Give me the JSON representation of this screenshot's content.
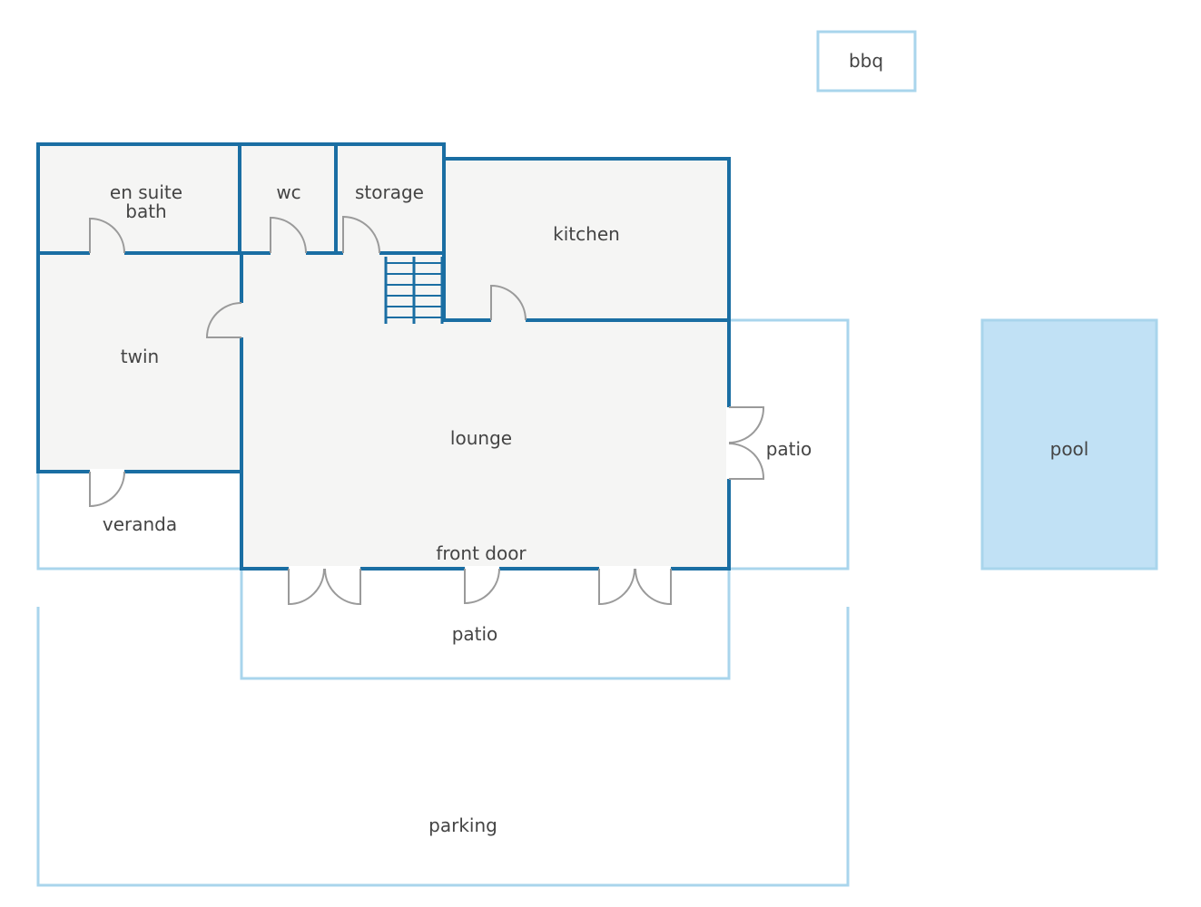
{
  "colors": {
    "wall": "#1a6ea3",
    "outline": "#a9d5ec",
    "room_fill": "#f5f5f4",
    "pool_fill": "#c1e1f5",
    "label": "#444444"
  },
  "labels": {
    "bbq": "bbq",
    "en_suite_line1": "en suite",
    "en_suite_line2": "bath",
    "wc": "wc",
    "storage": "storage",
    "kitchen": "kitchen",
    "twin": "twin",
    "lounge": "lounge",
    "patio_east": "patio",
    "pool": "pool",
    "veranda": "veranda",
    "front_door": "front door",
    "patio_south": "patio",
    "parking": "parking"
  }
}
